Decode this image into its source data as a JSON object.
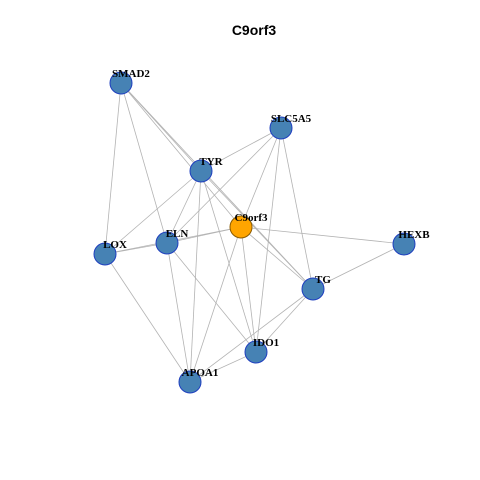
{
  "title": "C9orf3",
  "colors": {
    "node_fill": "#4682B4",
    "node_stroke": "#1f3fbf",
    "focus_fill": "#FFA500",
    "focus_stroke": "#8a5a00",
    "edge": "#b3b3b3"
  },
  "nodes": [
    {
      "id": "SMAD2",
      "label": "SMAD2",
      "focus": false
    },
    {
      "id": "SLC5A5",
      "label": "SLC5A5",
      "focus": false
    },
    {
      "id": "TYR",
      "label": "TYR",
      "focus": false
    },
    {
      "id": "C9orf3",
      "label": "C9orf3",
      "focus": true
    },
    {
      "id": "HEXB",
      "label": "HEXB",
      "focus": false
    },
    {
      "id": "LOX",
      "label": "LOX",
      "focus": false
    },
    {
      "id": "ELN",
      "label": "ELN",
      "focus": false
    },
    {
      "id": "TG",
      "label": "TG",
      "focus": false
    },
    {
      "id": "IDO1",
      "label": "IDO1",
      "focus": false
    },
    {
      "id": "APOA1",
      "label": "APOA1",
      "focus": false
    }
  ],
  "edges": [
    [
      "SMAD2",
      "TYR"
    ],
    [
      "SMAD2",
      "LOX"
    ],
    [
      "SMAD2",
      "ELN"
    ],
    [
      "SMAD2",
      "C9orf3"
    ],
    [
      "SMAD2",
      "TG"
    ],
    [
      "SLC5A5",
      "TYR"
    ],
    [
      "SLC5A5",
      "ELN"
    ],
    [
      "SLC5A5",
      "C9orf3"
    ],
    [
      "SLC5A5",
      "TG"
    ],
    [
      "SLC5A5",
      "IDO1"
    ],
    [
      "TYR",
      "ELN"
    ],
    [
      "TYR",
      "LOX"
    ],
    [
      "TYR",
      "IDO1"
    ],
    [
      "TYR",
      "APOA1"
    ],
    [
      "TYR",
      "TG"
    ],
    [
      "C9orf3",
      "LOX"
    ],
    [
      "C9orf3",
      "ELN"
    ],
    [
      "C9orf3",
      "HEXB"
    ],
    [
      "C9orf3",
      "TG"
    ],
    [
      "C9orf3",
      "IDO1"
    ],
    [
      "C9orf3",
      "APOA1"
    ],
    [
      "LOX",
      "ELN"
    ],
    [
      "LOX",
      "APOA1"
    ],
    [
      "ELN",
      "APOA1"
    ],
    [
      "ELN",
      "IDO1"
    ],
    [
      "HEXB",
      "TG"
    ],
    [
      "TG",
      "IDO1"
    ],
    [
      "TG",
      "APOA1"
    ],
    [
      "IDO1",
      "APOA1"
    ]
  ]
}
